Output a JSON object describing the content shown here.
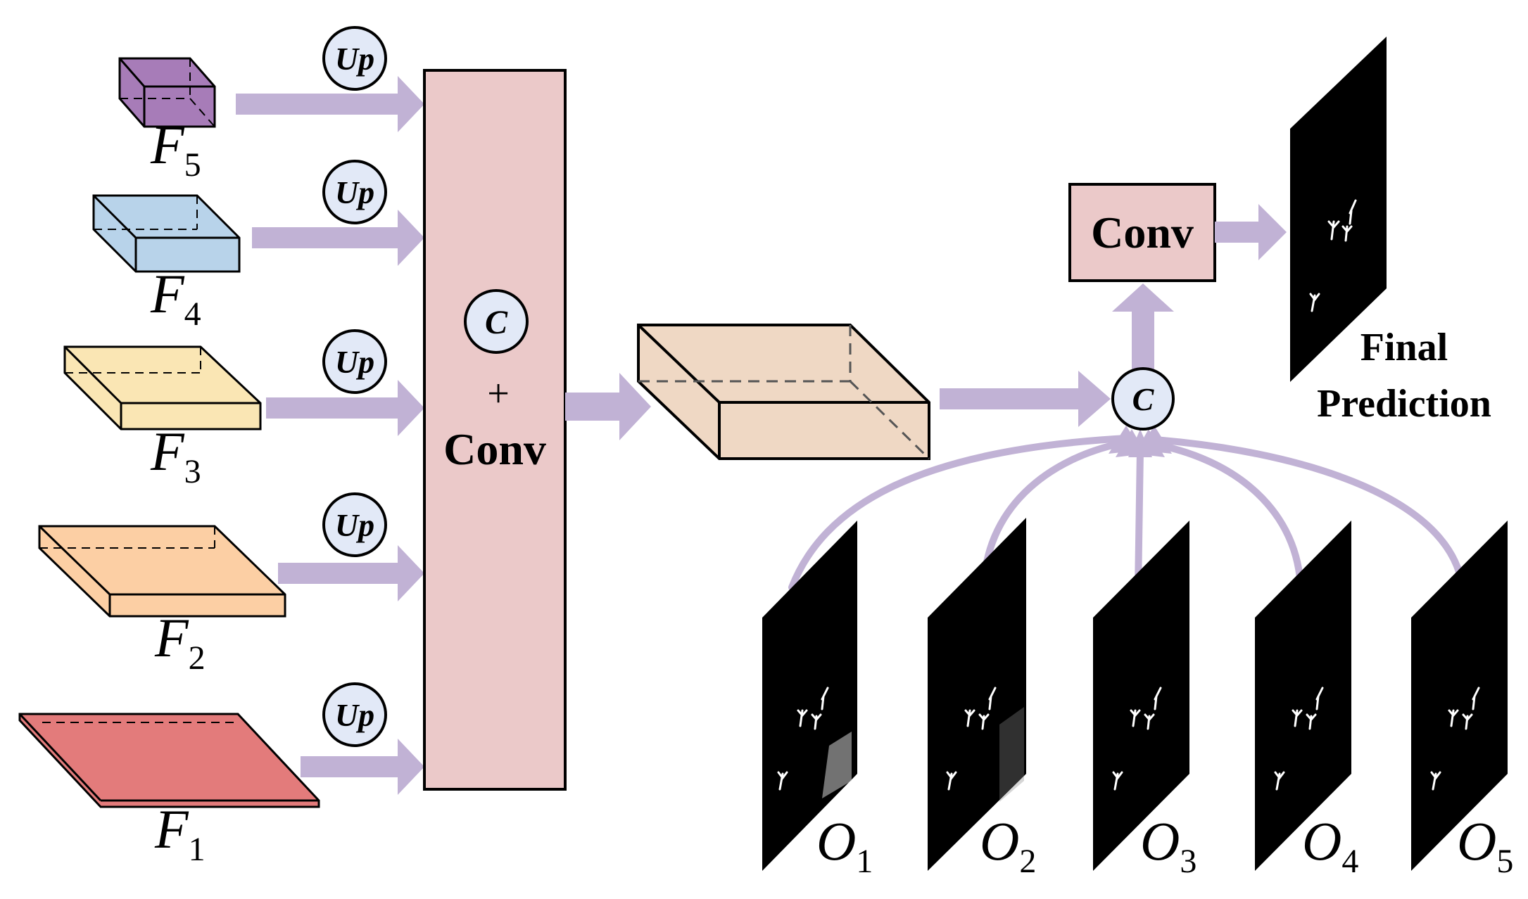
{
  "colors": {
    "arrow": "#c1b2d5",
    "fuse_box": "#ebc9c9",
    "merged_map": "#efd8c4",
    "f5": "#a77cb8",
    "f4": "#b8d3ea",
    "f3": "#fae6b4",
    "f2": "#fccfa4",
    "f1": "#e37b7b",
    "circle_fill": "#e2e9f7"
  },
  "features": [
    {
      "main": "F",
      "sub": "5"
    },
    {
      "main": "F",
      "sub": "4"
    },
    {
      "main": "F",
      "sub": "3"
    },
    {
      "main": "F",
      "sub": "2"
    },
    {
      "main": "F",
      "sub": "1"
    }
  ],
  "upsample_label": "Up",
  "fuse_block": {
    "concat": "C",
    "plus": "+",
    "conv": "Conv"
  },
  "final_concat": "C",
  "final_conv": "Conv",
  "final_prediction": {
    "line1": "Final",
    "line2": "Prediction"
  },
  "side_outputs": [
    {
      "main": "O",
      "sub": "1"
    },
    {
      "main": "O",
      "sub": "2"
    },
    {
      "main": "O",
      "sub": "3"
    },
    {
      "main": "O",
      "sub": "4"
    },
    {
      "main": "O",
      "sub": "5"
    }
  ]
}
